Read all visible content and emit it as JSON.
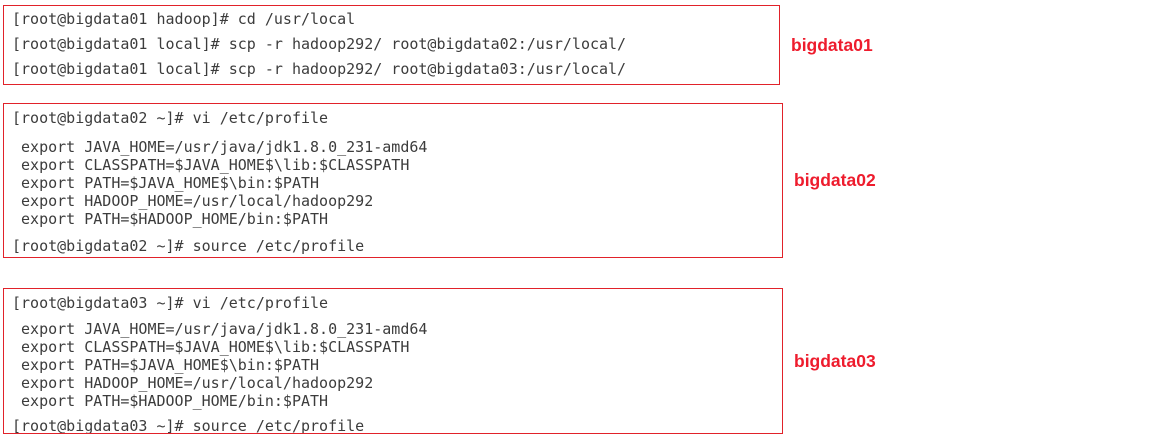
{
  "colors": {
    "box_border_red": "#e1222a",
    "host_label_red": "#ee1c2d",
    "terminal_text": "#3c3c3c",
    "page_background": "#ffffff"
  },
  "sections": [
    {
      "label": "bigdata01",
      "lines": [
        "[root@bigdata01 hadoop]# cd /usr/local",
        "[root@bigdata01 local]# scp -r hadoop292/ root@bigdata02:/usr/local/",
        "[root@bigdata01 local]# scp -r hadoop292/ root@bigdata03:/usr/local/"
      ]
    },
    {
      "label": "bigdata02",
      "prompt_open": "[root@bigdata02 ~]# vi /etc/profile",
      "exports": [
        " export JAVA_HOME=/usr/java/jdk1.8.0_231-amd64",
        " export CLASSPATH=$JAVA_HOME$\\lib:$CLASSPATH",
        " export PATH=$JAVA_HOME$\\bin:$PATH",
        " export HADOOP_HOME=/usr/local/hadoop292",
        " export PATH=$HADOOP_HOME/bin:$PATH"
      ],
      "prompt_close": "[root@bigdata02 ~]# source /etc/profile"
    },
    {
      "label": "bigdata03",
      "prompt_open": "[root@bigdata03 ~]# vi /etc/profile",
      "exports": [
        " export JAVA_HOME=/usr/java/jdk1.8.0_231-amd64",
        " export CLASSPATH=$JAVA_HOME$\\lib:$CLASSPATH",
        " export PATH=$JAVA_HOME$\\bin:$PATH",
        " export HADOOP_HOME=/usr/local/hadoop292",
        " export PATH=$HADOOP_HOME/bin:$PATH"
      ],
      "prompt_close": "[root@bigdata03 ~]# source /etc/profile"
    }
  ]
}
